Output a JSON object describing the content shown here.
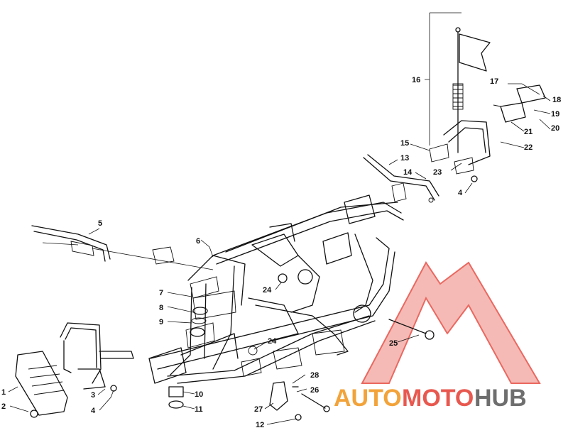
{
  "callouts": [
    {
      "id": "1",
      "label": "1"
    },
    {
      "id": "2",
      "label": "2"
    },
    {
      "id": "3",
      "label": "3"
    },
    {
      "id": "4a",
      "label": "4"
    },
    {
      "id": "4b",
      "label": "4"
    },
    {
      "id": "5",
      "label": "5"
    },
    {
      "id": "6",
      "label": "6"
    },
    {
      "id": "7",
      "label": "7"
    },
    {
      "id": "8",
      "label": "8"
    },
    {
      "id": "9",
      "label": "9"
    },
    {
      "id": "10",
      "label": "10"
    },
    {
      "id": "11",
      "label": "11"
    },
    {
      "id": "12",
      "label": "12"
    },
    {
      "id": "13",
      "label": "13"
    },
    {
      "id": "14",
      "label": "14"
    },
    {
      "id": "15",
      "label": "15"
    },
    {
      "id": "16",
      "label": "16"
    },
    {
      "id": "17",
      "label": "17"
    },
    {
      "id": "18",
      "label": "18"
    },
    {
      "id": "19",
      "label": "19"
    },
    {
      "id": "20",
      "label": "20"
    },
    {
      "id": "21",
      "label": "21"
    },
    {
      "id": "22",
      "label": "22"
    },
    {
      "id": "23",
      "label": "23"
    },
    {
      "id": "24a",
      "label": "24"
    },
    {
      "id": "24b",
      "label": "24"
    },
    {
      "id": "25",
      "label": "25"
    },
    {
      "id": "26",
      "label": "26"
    },
    {
      "id": "27",
      "label": "27"
    },
    {
      "id": "28",
      "label": "28"
    }
  ],
  "watermark": {
    "word_part1": "AUTO",
    "word_part2": "MOTO",
    "word_part3": "HUB",
    "color_orange": "#f2a33a",
    "color_red": "#e8584f",
    "color_gray": "#6e6e6e"
  }
}
